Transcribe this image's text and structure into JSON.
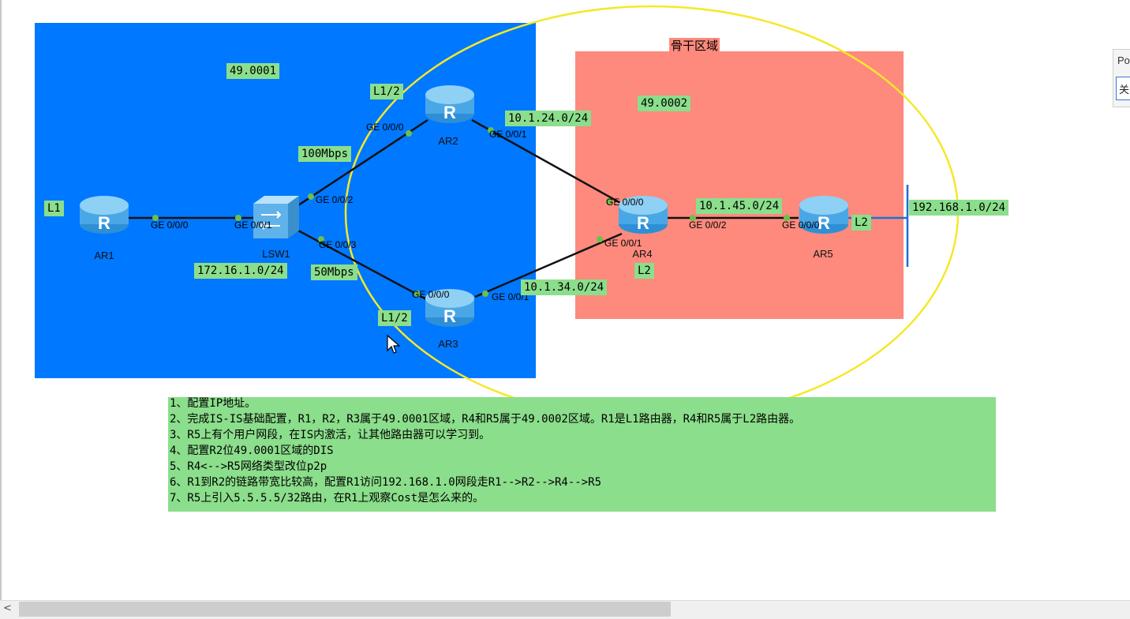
{
  "areas": {
    "backbone_title": "骨干区域",
    "area1_id": "49.0001",
    "area2_id": "49.0002"
  },
  "devices": {
    "ar1": "AR1",
    "ar2": "AR2",
    "ar3": "AR3",
    "ar4": "AR4",
    "ar5": "AR5",
    "lsw1": "LSW1"
  },
  "level_labels": {
    "ar1": "L1",
    "ar2": "L1/2",
    "ar3": "L1/2",
    "ar4": "L2",
    "ar5": "L2"
  },
  "networks": {
    "ar2_ar4": "10.1.24.0/24",
    "ar3_ar4": "10.1.34.0/24",
    "ar4_ar5": "10.1.45.0/24",
    "ar1_lan": "172.16.1.0/24",
    "ar5_user": "192.168.1.0/24"
  },
  "bandwidth": {
    "lsw1_ar2": "100Mbps",
    "lsw1_ar3": "50Mbps"
  },
  "ports": {
    "ar1_g0": "GE 0/0/0",
    "lsw1_g1": "GE 0/0/1",
    "lsw1_g2": "GE 0/0/2",
    "lsw1_g3": "GE 0/0/3",
    "ar2_g0": "GE 0/0/0",
    "ar2_g1": "GE 0/0/1",
    "ar3_g0": "GE 0/0/0",
    "ar3_g1": "GE 0/0/1",
    "ar4_g0": "GE 0/0/0",
    "ar4_g1": "GE 0/0/1",
    "ar4_g2": "GE 0/0/2",
    "ar5_g0": "GE 0/0/0"
  },
  "tasks": [
    "1、配置IP地址。",
    "2、完成IS-IS基础配置，R1，R2，R3属于49.0001区域，R4和R5属于49.0002区域。R1是L1路由器，R4和R5属于L2路由器。",
    "3、R5上有个用户网段，在IS内激活，让其他路由器可以学习到。",
    "4、配置R2位49.0001区域的DIS",
    "5、R4<-->R5网络类型改位p2p",
    "6、R1到R2的链路带宽比较高，配置R1访问192.168.1.0网段走R1-->R2-->R4-->R5",
    "7、R5上引入5.5.5.5/32路由，在R1上观察Cost是怎么来的。"
  ],
  "popup": {
    "text": "Po",
    "button": "关"
  },
  "scrollbar": {
    "left_arrow": "<"
  },
  "colors": {
    "area1": "#0078ff",
    "area2": "#fd8a7d",
    "backbone_ellipse": "#f5e82a",
    "label_bg": "#8bde8b",
    "link": "#111111",
    "port_dot": "#6cc04a"
  }
}
